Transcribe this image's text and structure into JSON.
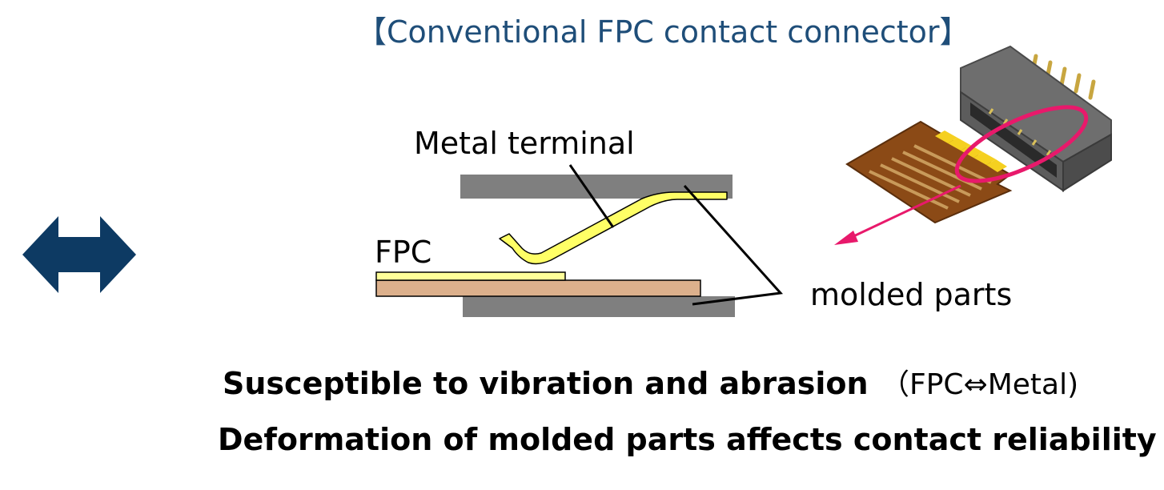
{
  "header": {
    "title": "【Conventional FPC contact connector】"
  },
  "labels": {
    "metal_terminal": "Metal terminal",
    "fpc": "FPC",
    "molded_parts": "molded parts"
  },
  "notes": {
    "line1_bold": "Susceptible to vibration and abrasion",
    "line1_paren": "（FPC⇔Metal)",
    "line2_bold": "Deformation of molded parts affects contact reliability"
  },
  "colors": {
    "title": "#1f4e79",
    "arrow": "#0d3a63",
    "molded": "#7f7f7f",
    "terminal": "#ffff66",
    "fpc_film": "#ffff99",
    "substrate": "#dcb08c",
    "highlight": "#e8196b"
  }
}
